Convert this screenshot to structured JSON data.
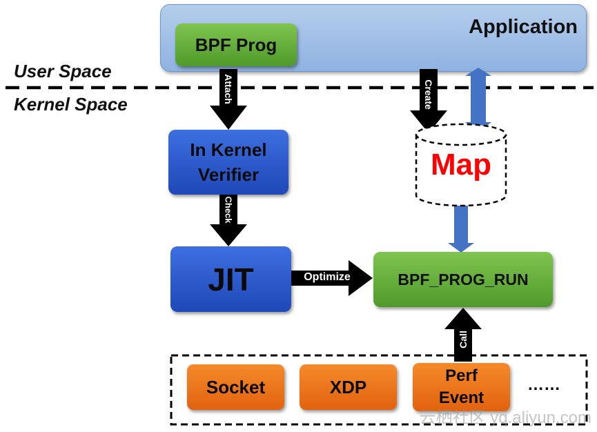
{
  "application": {
    "label": "Application"
  },
  "boxes": {
    "bpf_prog": "BPF Prog",
    "verifier_line1": "In Kernel",
    "verifier_line2": "Verifier",
    "jit": "JIT",
    "bpf_prog_run": "BPF_PROG_RUN",
    "map": "Map"
  },
  "spaces": {
    "user": "User Space",
    "kernel": "Kernel Space"
  },
  "arrows": {
    "attach": "Attach",
    "check": "Check",
    "create": "Create",
    "optimize": "Optimize",
    "call": "Call"
  },
  "events": {
    "socket": "Socket",
    "xdp": "XDP",
    "perf_line1": "Perf",
    "perf_line2": "Event",
    "more": "……"
  },
  "watermark": "云栖社区 yq.aliyun.com",
  "colors": {
    "green": "#5fae35",
    "blue": "#2a57cc",
    "orange": "#ee7418",
    "app_blue": "#9bbbe6",
    "map_text": "#ff0000",
    "double_arrow": "#4472c4"
  }
}
